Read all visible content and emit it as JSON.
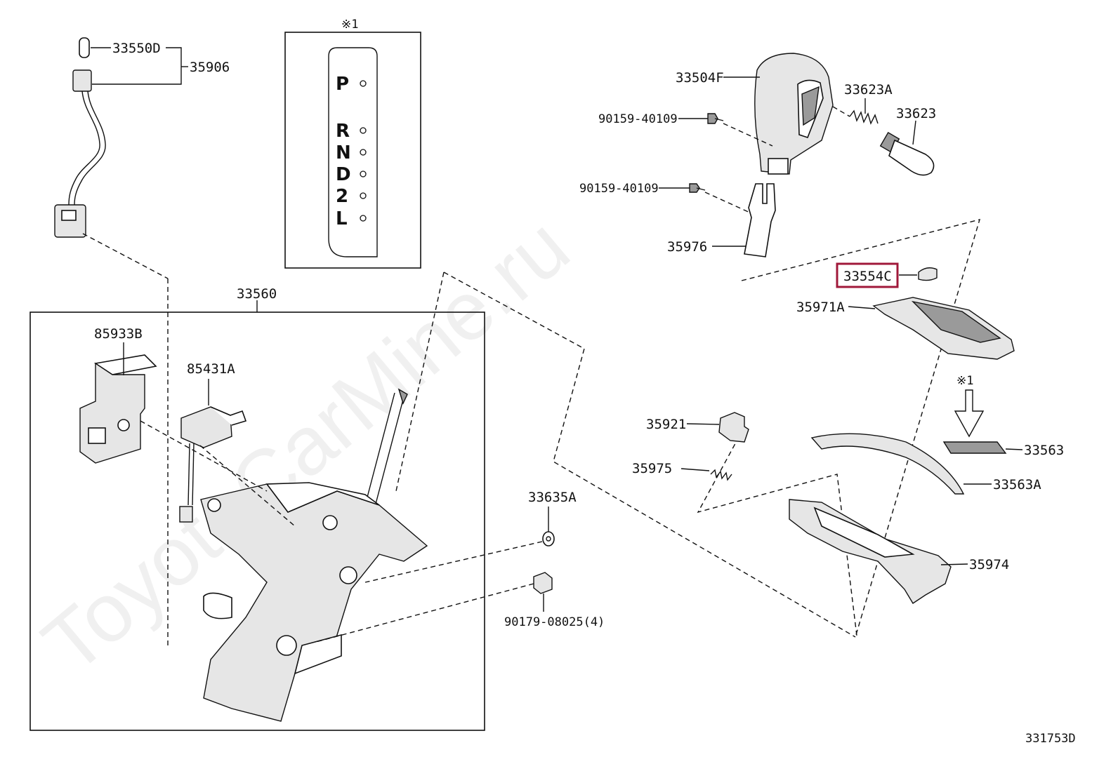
{
  "diagram": {
    "watermark": "ToyotaCarMine.ru",
    "reference_code": "331753D",
    "note_symbol": "※1",
    "highlighted_part": "33554C",
    "gate_letters": [
      "P",
      "R",
      "N",
      "D",
      "2",
      "L"
    ],
    "parts": [
      {
        "id": "p33550D",
        "label": "33550D"
      },
      {
        "id": "p35906",
        "label": "35906"
      },
      {
        "id": "p33560",
        "label": "33560"
      },
      {
        "id": "p85933B",
        "label": "85933B"
      },
      {
        "id": "p85431A",
        "label": "85431A"
      },
      {
        "id": "p33635A",
        "label": "33635A"
      },
      {
        "id": "p90179",
        "label": "90179-08025(4)"
      },
      {
        "id": "p33504F",
        "label": "33504F"
      },
      {
        "id": "p90159a",
        "label": "90159-40109"
      },
      {
        "id": "p90159b",
        "label": "90159-40109"
      },
      {
        "id": "p33623A",
        "label": "33623A"
      },
      {
        "id": "p33623",
        "label": "33623"
      },
      {
        "id": "p35976",
        "label": "35976"
      },
      {
        "id": "p33554C",
        "label": "33554C"
      },
      {
        "id": "p35971A",
        "label": "35971A"
      },
      {
        "id": "p33563",
        "label": "33563"
      },
      {
        "id": "p33563A",
        "label": "33563A"
      },
      {
        "id": "p35921",
        "label": "35921"
      },
      {
        "id": "p35975",
        "label": "35975"
      },
      {
        "id": "p35974",
        "label": "35974"
      }
    ]
  }
}
